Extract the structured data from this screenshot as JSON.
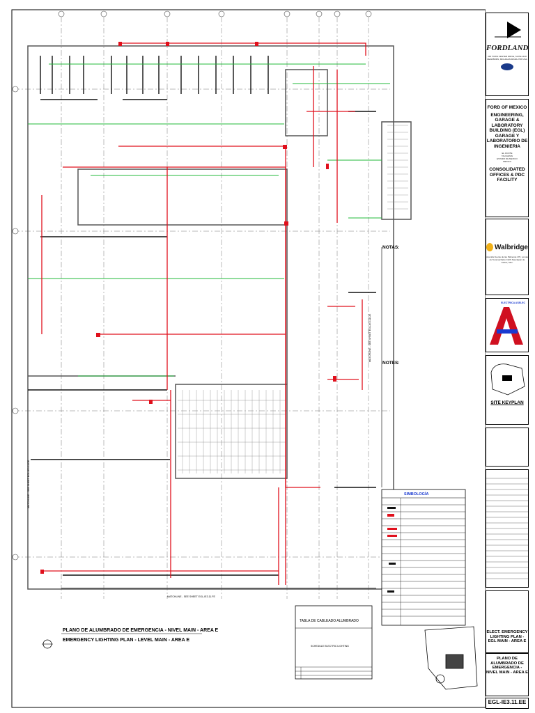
{
  "title_block": {
    "logo": "FORDLAND",
    "logo_address": "330 TOWN CENTER DRIVE, SUITE 1100 DEARBORN, MICHIGAN 48126-2738 USA",
    "client": "FORD OF MEXICO",
    "project_lines": [
      "ENGINEERING,",
      "GARAGE &",
      "LABORATORY",
      "BUILDING (EGL)",
      "GARAGE Y",
      "LABORATORIO DE",
      "INGENIERIA"
    ],
    "location_lines": [
      "EL OCOTE",
      "TAUCAPAN",
      "ESTADO DE MEXICO",
      "MEXICO"
    ],
    "facility": "CONSOLIDATED OFFICES & PDC FACILITY",
    "contractor": "Walbridge",
    "contractor_address": "Avenida Fuente de las Palmeras 476, Lomas de Tecamachalco CHIS Naucalpan de Juárez, Mex.",
    "electrical": "ELECTRICA ASELEC",
    "site_keyplan": "SITE KEYPLAN",
    "sheet_title_en": "ELECT. EMERGENCY LIGHTING PLAN - EGL MAIN - AREA E",
    "sheet_title_es": "PLANO DE ALUMBRADO DE EMERGENCIA - NIVEL MAIN - AREA E",
    "sheet_number": "EGL-IE3.11.EE"
  },
  "drawing": {
    "title_es": "PLANO DE ALUMBRADO DE EMERGENCIA - NIVEL MAIN - AREA E",
    "title_en": "EMERGENCY LIGHTING PLAN - LEVEL MAIN - AREA E",
    "matchline_bottom": "MATCHLINE - SEE SHEET EGL-IE3.11.FE",
    "matchline_right": "MATCHLINE - SEE SHEET EGL-IE3.11.DE",
    "matchline_left": "MATCHLINE - SEE SHEET EGL-IE3.11.DE",
    "cable_table_title": "TABLA DE CABLEADO ALUMBRADO",
    "cable_table_sub": "SCHEDULE ELECTRIC LIGHTING"
  },
  "notes_1": {
    "heading": "NOTAS:"
  },
  "notes_2": {
    "heading": "NOTES:"
  },
  "legend": {
    "heading": "SIMBOLOGÍA"
  },
  "colors": {
    "circuit_red": "#e0101c",
    "grid_green": "#20b83a",
    "walls": "#555555",
    "selec_red": "#d01020",
    "walbridge_yellow": "#f0b018"
  }
}
